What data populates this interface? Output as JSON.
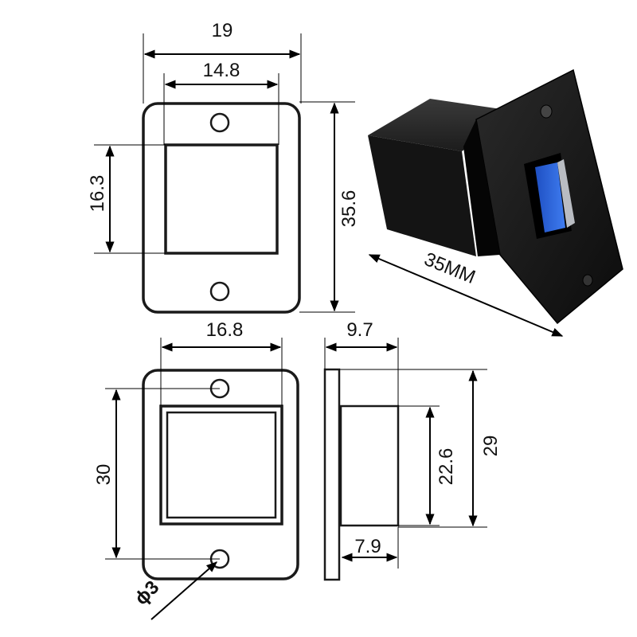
{
  "front_view": {
    "width_label": "19",
    "inner_width_label": "14.8",
    "inner_height_label": "16.3",
    "height_label": "35.6"
  },
  "rear_view": {
    "inner_width_label": "16.8",
    "hole_spacing_label": "30",
    "hole_diameter_label": "ϕ3"
  },
  "side_view": {
    "depth_label": "9.7",
    "body_height_label": "22.6",
    "flange_height_label": "29",
    "body_depth_label": "7.9"
  },
  "photo": {
    "length_label": "35MM",
    "connector_color": "#2b5fd6",
    "housing_color": "#141414"
  }
}
